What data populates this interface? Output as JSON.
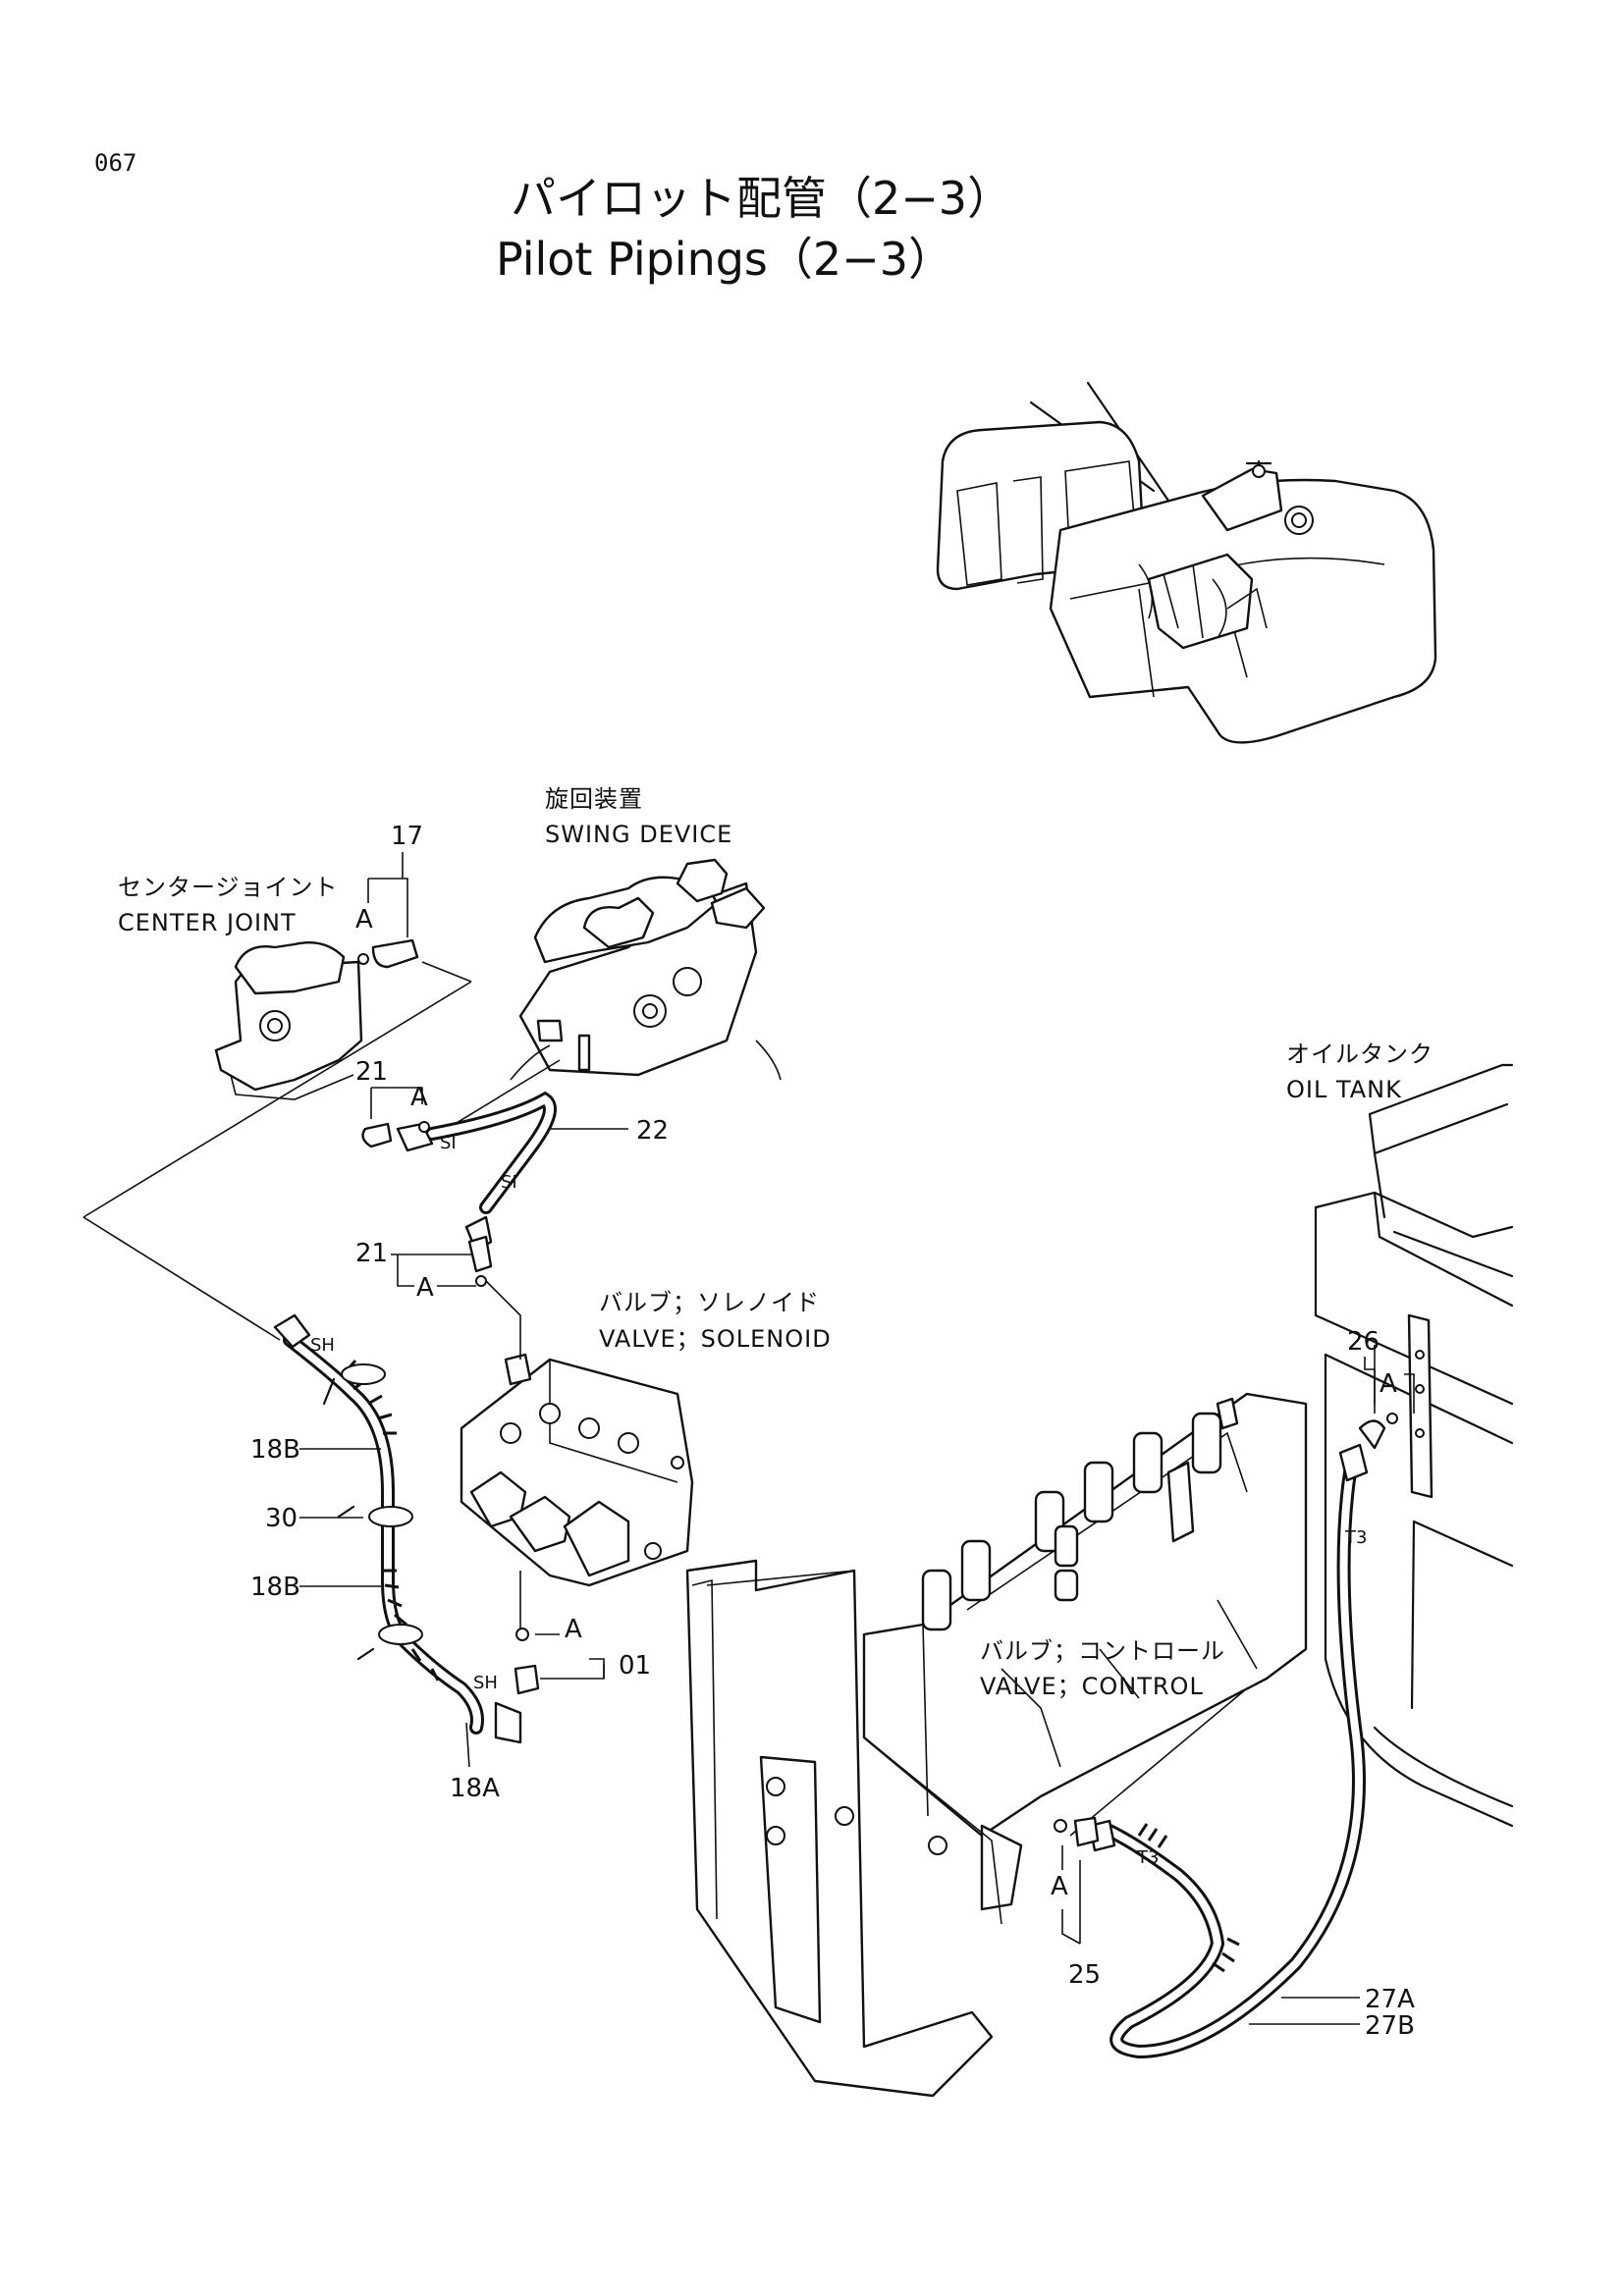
{
  "page": {
    "number": "067",
    "title_jp": "パイロット配管（2−3）",
    "title_en": "Pilot Pipings（2−3）"
  },
  "components": {
    "swing_device": {
      "jp": "旋回装置",
      "en": "SWING DEVICE"
    },
    "center_joint": {
      "jp": "センタージョイント",
      "en": "CENTER JOINT"
    },
    "oil_tank": {
      "jp": "オイルタンク",
      "en": "OIL TANK"
    },
    "valve_solenoid": {
      "jp": "バルブ；ソレノイド",
      "en": "VALVE；SOLENOID"
    },
    "valve_control": {
      "jp": "バルブ；コントロール",
      "en": "VALVE；CONTROL"
    }
  },
  "callouts": {
    "p17": "17",
    "p21_top": "21",
    "p22": "22",
    "p21_mid": "21",
    "p18b_top": "18B",
    "p30": "30",
    "p18b_bottom": "18B",
    "p18a": "18A",
    "p01": "01",
    "p26": "26",
    "p25": "25",
    "p27a": "27A",
    "p27b": "27B"
  },
  "port_refs": {
    "a": "A",
    "si": "SI",
    "sh": "SH",
    "t3": "T3"
  }
}
